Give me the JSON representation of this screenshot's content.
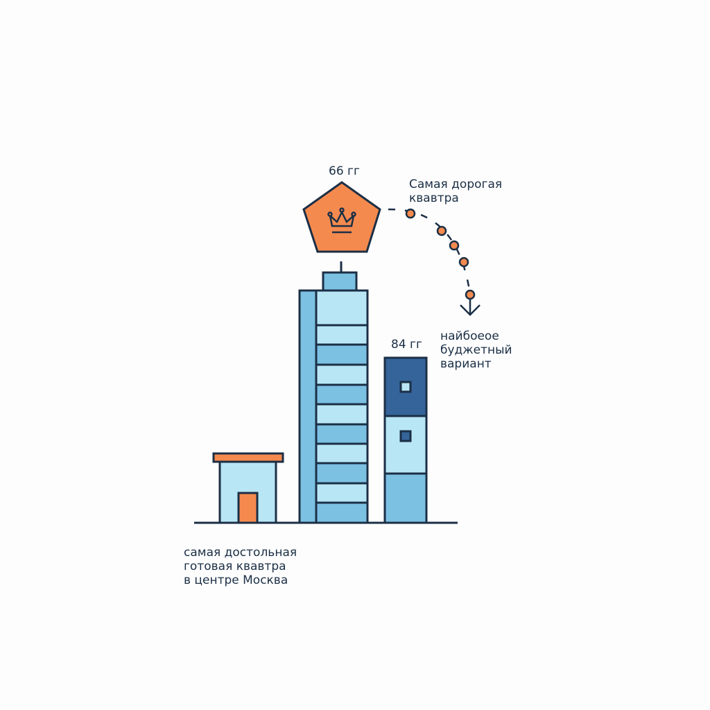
{
  "top_badge": {
    "label": "66 гг",
    "icon": "crown-icon"
  },
  "mid_badge": {
    "label": "84 гг"
  },
  "annotation_expensive": {
    "line1": "Самая дорогая",
    "line2": "квавтра"
  },
  "annotation_budget": {
    "line1": "найбоеое",
    "line2": "буджетный",
    "line3": "вариант"
  },
  "caption": {
    "line1": "самая достольная",
    "line2": "готовая квавтра",
    "line3": "в центре Москва"
  },
  "colors": {
    "orange": "#f58a4f",
    "navy": "#1b2f45",
    "light_blue": "#b8e6f5",
    "mid_blue": "#7cc0e2",
    "dark_blue": "#35649a"
  }
}
